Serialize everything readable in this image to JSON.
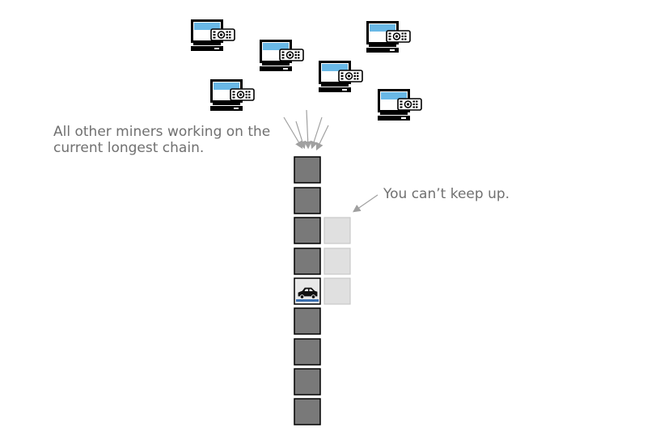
{
  "captions": {
    "miners_line1": "All other miners working on the",
    "miners_line2": "current longest chain.",
    "keep_up": "You can’t keep up."
  },
  "miners": {
    "count": 6,
    "icon": "miner-computer-icon"
  },
  "chain": {
    "main_blocks": 9,
    "attacker_blocks": 3,
    "transaction_block_index": 4,
    "transaction_icon": "car-icon"
  },
  "colors": {
    "block": "#797979",
    "attacker_block": "#e0e0e0",
    "arrow": "#a0a0a0",
    "screen": "#69b8e6",
    "text": "#707070"
  }
}
